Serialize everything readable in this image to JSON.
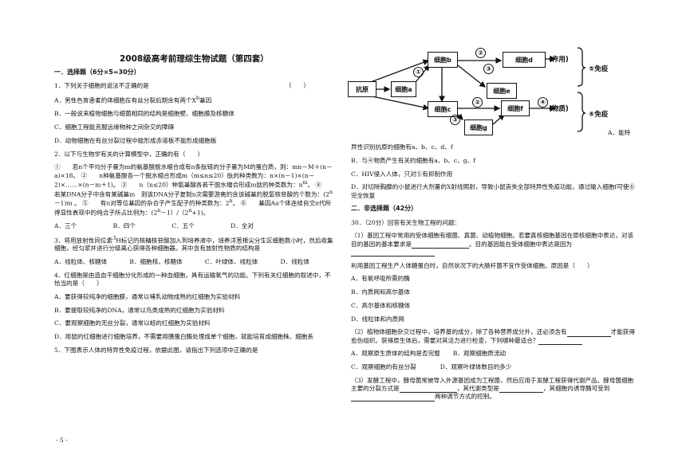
{
  "page_title": "2008级高考前理综生物试题（第四套）",
  "section1": {
    "heading": "一．选择题（6分×5=30分）",
    "q1": {
      "stem": "1．下列关于细胞的说法不正确的是",
      "paren": "（　　）",
      "A": "A．男性色盲患者的体细胞在有丝分裂后期含有两个X",
      "A_sup": "b",
      "A_tail": "基因",
      "B": "B．一般说来植物细胞与细菌相同的结构是细胞壁、细胞膜及核糖体",
      "C": "C．细胞工程能克服远缘物种之间杂交的障碍",
      "D": "D．动物细胞在有丝分裂过程中能形成赤道板不能形成细胞板"
    },
    "q2": {
      "stem": "2．以下与生物学有关的计算模型中，正确的有（　　）",
      "item1": "①　　若n个平均分子量为m的氨基酸脱水缩合成有n条肽链的分子量为M的蛋白质，则：mn－M＋(n－a)×18。",
      "item2": "②　　n种氨基酸各一个脱水缩合形成m（m≤n≤20）肽的种类数为：n×(n－1)×(n－2)×……×(n－m＋1)。",
      "item3": "③　　n（n≤20）种氨基酸各若干脱水缩合形成m肽的种类数为：n",
      "item3_sup": "m",
      "item3_tail": "。",
      "item4": "④　　若某DNA分子中含有某碱基m　则该DNA分子复制n次需要游离的含该碱基的脱氧核苷酸的个数为：(2",
      "item4_sup": "n",
      "item4_tail": "－1)m 。",
      "item5": "⑤　　有n对等位基因的杂合子产生配子的种类数为：2",
      "item5_sup": "n",
      "item5_tail": "。",
      "item6": "⑥　　基因Aa个体连续自交n代所得显性表现中的纯合子所占比例为：(2",
      "item6_sup": "n",
      "item6_mid": "－1）/（2",
      "item6_sup2": "n",
      "item6_tail": "+1)。",
      "options": [
        "A．三个",
        "B．四个",
        "C．五个",
        "D．全对"
      ]
    },
    "q3": {
      "stem": "3．将用放射性同位素",
      "stem_sup": "3",
      "stem_tail": "H标记的核糖核苷酸加入到培养液中，培养洋葱根尖分生区细胞数小时，然后收集细胞，经匀浆并进行分级离心获得各种细胞器。其中含有放射性物质的结构是",
      "options": [
        "A．线粒体、核糖体",
        "B．细胞核、核糖体",
        "C．叶绿体、线粒体",
        "D．线粒体"
      ]
    },
    "q4": {
      "stem": "4．红细胞是由造血干细胞分化形成的一种血细胞，具有运输氧气的功能。下列有关红细胞的叙述中，不恰当的是（　　）",
      "A": "A．要获得较纯净的细胞膜，通常以哺乳动物成熟的红细胞为实验材料",
      "B": "B．要提取较纯净的DNA，通常以鸟类成熟的红细胞为实验材料",
      "C": "C．要观察细胞的无丝分裂，通常以蛙的红细胞为实验材料",
      "D": "D．用鼠的红细胞进行细胞培养，不需要用胰蛋白酶处理成单个细胞，就能培育成细胞株、细胞系"
    },
    "q5": {
      "stem": "5．下图表示人体的特异性免疫过程，依据此图，请指出下列选项中正确的是"
    }
  },
  "diagram": {
    "antigen": "抗原",
    "cell_a": "细胞a",
    "cell_b": "细胞b",
    "cell_c": "细胞c",
    "cell_d": "细胞d",
    "cell_e": "细胞e",
    "cell_f": "细胞f",
    "cell_g": "细胞g",
    "n1": "①",
    "n2": "②",
    "n3": "③",
    "n4": "④",
    "n2b": "②",
    "n3b": "③",
    "effect": "(作用)",
    "substance": "(物质)",
    "imm5": "⑤免疫",
    "imm6": "⑥免疫"
  },
  "q5_opts": {
    "A_head": "A．能特",
    "A_body": "异性识别抗原的细胞有a、b、c、d、f",
    "B": "B．与④物质产生有关的细胞有a、b、c、g、f",
    "C": "C．HIV侵入人体，只对⑤有抑制作用",
    "D": "D．对切除胸腺的小鼠进行大剂量的X射线照射，导致小鼠丧失全部特异性免疫功能，通过输入细胞f可使⑥完全恢复"
  },
  "section2": {
    "heading": "二．非选择题（42分）",
    "q30_stem": "30．（20分）回答有关生物工程的问题：",
    "p1_a": "（1）基因工程中常用的受体细胞有细菌、真菌、动植物细胞。若要真核细胞基因在原核细胞中表达，对该目的基因的基本要求是",
    "p1_b": "。目的基因能在受体细胞中表达是因为",
    "p1_q": "利用基因工程生产人体糖蛋白时，自然状况下的大肠杆菌不宜作受体细胞。原因是（　　）",
    "p1_opts": [
      "A．有氧呼吸所需的酶",
      "B．内质网和高尔基体",
      "C．高尔基体和核糖体",
      "D．线粒体和内质网"
    ],
    "p2_a": "（2）植物体细胞杂交过程中，培养基的成分，除了各种营养成分外，还必须含有",
    "p2_b": "才能获得愈伤组织。获得原生体后，需要对其活力进行检查，下列哪种最适合？",
    "p2_opts": [
      "A．观察原生质体的结构是否完整",
      "B．观察细胞质流动",
      "C．观察细胞的有丝分裂",
      "D．观察叶绿体数目的多少"
    ],
    "p3_a": "（3）发酵工程中，酵母菌常被导入外源基因成为工程菌，然后应用于发酵工程获得代谢产品。酵母菌细胞主要的分裂方式是",
    "p3_b": "，其代谢类型是",
    "p3_c": "，其细胞内诱导酶可受到",
    "p3_d": "两种调节方式的控制。"
  },
  "page_number": "- 5 -"
}
